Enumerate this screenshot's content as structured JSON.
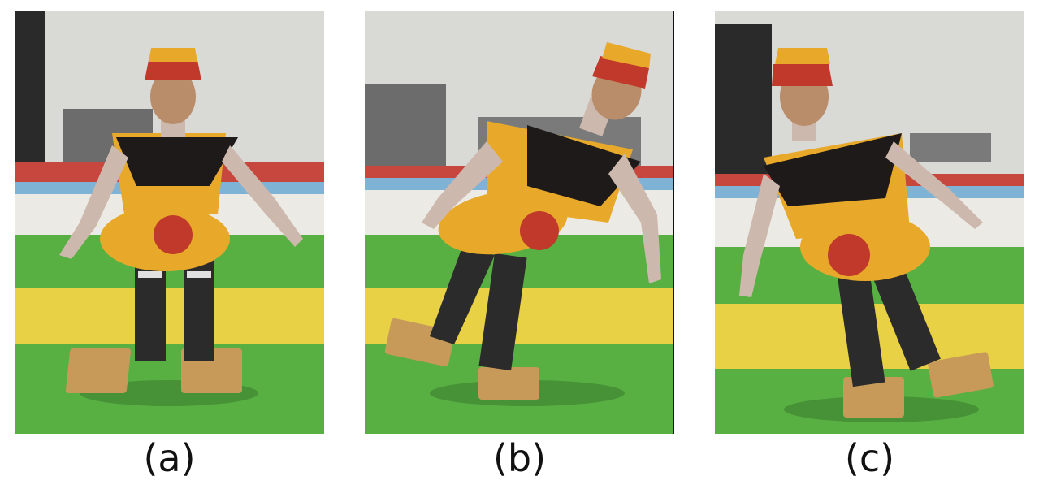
{
  "panels": [
    {
      "id": "a",
      "caption": "(a)"
    },
    {
      "id": "b",
      "caption": "(b)"
    },
    {
      "id": "c",
      "caption": "(c)"
    }
  ],
  "colors": {
    "wall": "#d9d9d6",
    "floor_green": "#58b043",
    "floor_yellow": "#e9d145",
    "floor_white": "#eceae4",
    "floor_red": "#c7463e",
    "floor_blue": "#7fb3d5",
    "costume_gold": "#e8a92a",
    "costume_black": "#1e1a1a",
    "costume_sleeve": "#cdb8ad",
    "robot_frame": "#2b2b2b",
    "foot_plate": "#c79a5a"
  }
}
